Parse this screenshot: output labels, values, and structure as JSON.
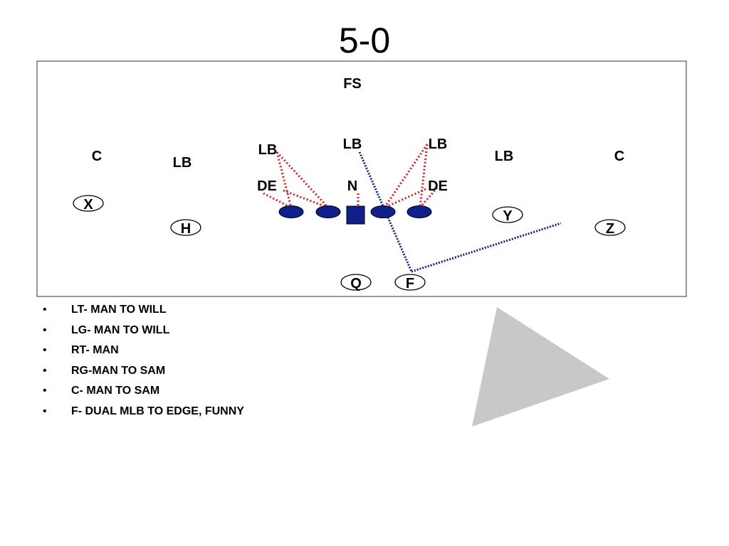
{
  "title": "5-0",
  "defense": {
    "fs": "FS",
    "c_left": "C",
    "c_right": "C",
    "lb_far_left": "LB",
    "lb_left": "LB",
    "lb_mid": "LB",
    "lb_right": "LB",
    "lb_far_right": "LB",
    "de_left": "DE",
    "de_right": "DE",
    "n": "N"
  },
  "offense": {
    "x": "X",
    "h": "H",
    "y": "Y",
    "z": "Z",
    "q": "Q",
    "f": "F"
  },
  "colors": {
    "lineman_fill": "#0f1f8c",
    "red_assignment": "#e0161b",
    "blue_assignment": "#0f1f8c",
    "triangle": "#c8c8c8"
  },
  "notes": [
    "LT- MAN TO WILL",
    "LG- MAN TO WILL",
    "RT- MAN",
    "RG-MAN TO SAM",
    "C- MAN TO SAM",
    "F- DUAL MLB TO EDGE, FUNNY"
  ],
  "bullet": "•"
}
